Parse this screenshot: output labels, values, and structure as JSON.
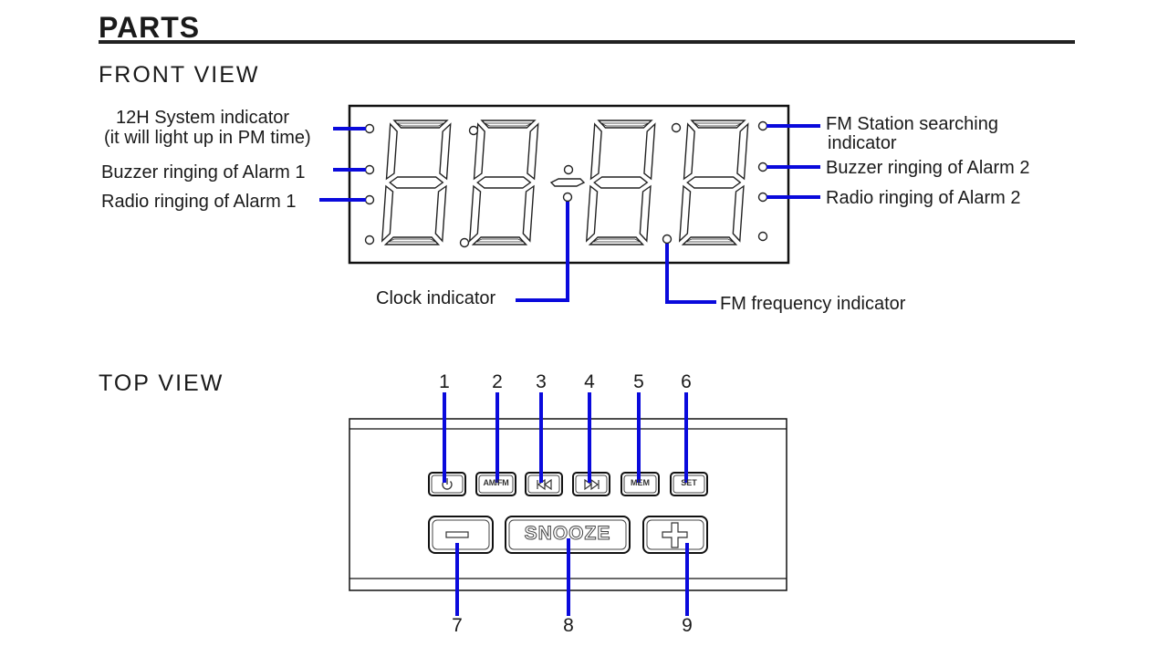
{
  "page": {
    "title": "PARTS",
    "front_view_heading": "FRONT VIEW",
    "top_view_heading": "TOP VIEW"
  },
  "front_view": {
    "labels": {
      "system_12h": "12H System indicator",
      "system_12h_note": "(it will light up in PM time)",
      "buzzer_alarm1": "Buzzer ringing of Alarm 1",
      "radio_alarm1": "Radio ringing of Alarm 1",
      "fm_station_search": "FM Station searching",
      "fm_station_search_2": "indicator",
      "buzzer_alarm2": "Buzzer ringing of Alarm 2",
      "radio_alarm2": "Radio ringing of Alarm 2",
      "clock_indicator": "Clock indicator",
      "fm_frequency": "FM frequency indicator"
    },
    "colors": {
      "leader_line": "#0a0adc",
      "outline": "#111111"
    }
  },
  "top_view": {
    "numbers": [
      "1",
      "2",
      "3",
      "4",
      "5",
      "6",
      "7",
      "8",
      "9"
    ],
    "buttons": {
      "power": "power-icon",
      "am_fm": "AM/FM",
      "prev": "previous-icon",
      "next": "next-icon",
      "mem": "MEM",
      "set": "SET",
      "minus": "minus-icon",
      "snooze": "SNOOZE",
      "plus": "plus-icon"
    }
  }
}
